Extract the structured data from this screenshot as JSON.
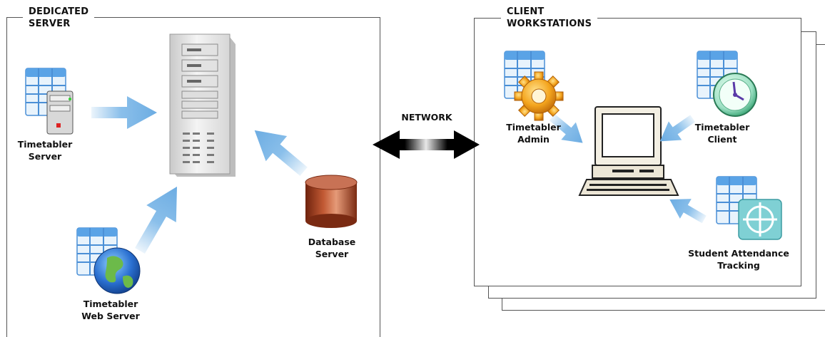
{
  "dedicated_server": {
    "title_line1": "DEDICATED",
    "title_line2": "SERVER",
    "timetabler_server": "Timetabler\nServer",
    "timetabler_web_server": "Timetabler\nWeb Server",
    "database_server": "Database\nServer"
  },
  "network": {
    "label": "NETWORK"
  },
  "client_workstations": {
    "title_line1": "CLIENT",
    "title_line2": "WORKSTATIONS",
    "timetabler_admin": "Timetabler\nAdmin",
    "timetabler_client": "Timetabler\nClient",
    "student_attendance": "Student Attendance\nTracking"
  },
  "colors": {
    "arrow_blue": "#7db8e8",
    "border": "#555555",
    "network_arrow": "#111111",
    "database": "#a0401f"
  }
}
